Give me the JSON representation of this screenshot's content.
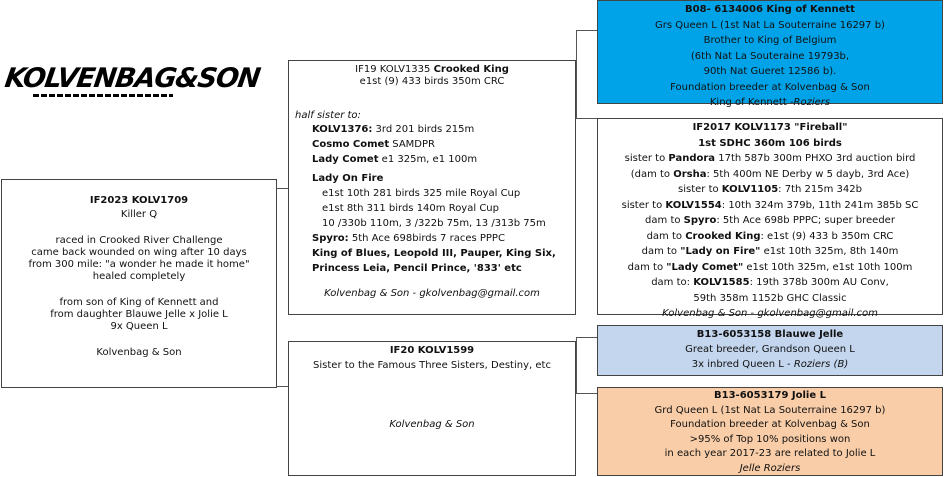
{
  "logo": {
    "text": "KOLVENBAG&SON"
  },
  "subject": {
    "id": "IF2023 KOLV1709",
    "name": "Killer Q",
    "story": [
      "raced in Crooked River Challenge",
      "came back wounded on wing after 10 days",
      "from 300 mile: \"a wonder he made it home\"",
      "healed completely"
    ],
    "breeding": [
      "from son of King of Kennett and",
      "from daughter Blauwe Jelle x Jolie L",
      "9x Queen L"
    ],
    "footer": "Kolvenbag & Son"
  },
  "sire": {
    "title_id": "IF19 KOLV1335",
    "title_name": "Crooked King",
    "subtitle": "e1st (9) 433 birds 350m CRC",
    "half_sister_label": "half sister to:",
    "entries": [
      {
        "name": "KOLV1376:",
        "detail": " 3rd 201 birds 215m"
      },
      {
        "name": "Cosmo Comet",
        "detail": " SAMDPR"
      },
      {
        "name": "Lady Comet",
        "detail": " e1 325m,  e1 100m"
      }
    ],
    "lady_on_fire": {
      "name": "Lady On Fire",
      "lines": [
        "e1st 10th 281 birds 325 mile Royal Cup",
        "e1st 8th 311 birds 140m Royal Cup",
        "10 /330b 110m, 3 /322b 75m, 13 /313b 75m"
      ]
    },
    "spyro": {
      "name": "Spyro:",
      "detail": " 5th Ace 698birds 7 races  PPPC"
    },
    "bold_lines": [
      "King of Blues, Leopold III, Pauper, King Six,",
      "Princess Leia, Pencil Prince, '833' etc"
    ],
    "footer": "Kolvenbag & Son  -  gkolvenbag@gmail.com"
  },
  "dam": {
    "title": "IF20 KOLV1599",
    "subtitle": "Sister to the Famous Three Sisters, Destiny, etc",
    "footer": "Kolvenbag & Son"
  },
  "sire_sire": {
    "title": "B08- 6134006 King of Kennett",
    "lines": [
      "Grs Queen L (1st Nat La Souterraine 16297 b)",
      "Brother to King of Belgium",
      "(6th Nat La Souteraine 19793b,",
      "90th Nat Gueret 12586 b).",
      "Foundation breeder at Kolvenbag & Son"
    ],
    "last_main": "King of Kennett ",
    "last_italic": "-Roziers",
    "bg": "#00a2e8"
  },
  "sire_dam": {
    "title": "IF2017 KOLV1173 \"Fireball\"",
    "subtitle": "1st SDHC 360m 106 birds",
    "rows": [
      {
        "pre": "sister to ",
        "bold": "Pandora",
        "post": " 17th 587b 300m PHXO 3rd auction bird"
      },
      {
        "pre": "(dam to ",
        "bold": "Orsha",
        "post": ": 5th 400m NE Derby w 5 dayb, 3rd Ace)"
      },
      {
        "pre": "sister to ",
        "bold": "KOLV1105",
        "post": ": 7th  215m 342b"
      },
      {
        "pre": "sister to ",
        "bold": "KOLV1554",
        "post": ": 10th 324m 379b, 11th 241m 385b SC"
      },
      {
        "pre": "dam to ",
        "bold": "Spyro",
        "post": ": 5th Ace 698b PPPC; super breeder"
      },
      {
        "pre": "dam to ",
        "bold": "Crooked King",
        "post": ": e1st (9) 433 b 350m CRC"
      },
      {
        "pre": "dam to ",
        "bold": "\"Lady on Fire\"",
        "post": " e1st 10th 325m, 8th 140m"
      },
      {
        "pre": "dam to ",
        "bold": "\"Lady Comet\"",
        "post": " e1st 10th 325m, e1st 10th 100m"
      },
      {
        "pre": "dam to: ",
        "bold": "KOLV1585",
        "post": ": 19th 378b 300m AU Conv,"
      },
      {
        "pre": "",
        "bold": "",
        "post": "59th 358m 1152b GHC Classic"
      }
    ],
    "footer": "Kolvenbag & Son  -  gkolvenbag@gmail.com"
  },
  "dam_sire": {
    "title": "B13-6053158 Blauwe Jelle",
    "line1": "Great breeder, Grandson Queen L",
    "line2_main": "3x inbred Queen L - ",
    "line2_italic": "Roziers (B)",
    "bg": "#c3d6ee"
  },
  "dam_dam": {
    "title": "B13-6053179 Jolie L",
    "lines": [
      "Grd Queen L (1st Nat La Souterraine 16297 b)",
      "Foundation breeder at Kolvenbag & Son",
      ">95% of Top 10% positions won",
      "in each year 2017-23 are related to Jolie L"
    ],
    "footer": "Jelle Roziers",
    "bg": "#f8cda8"
  }
}
